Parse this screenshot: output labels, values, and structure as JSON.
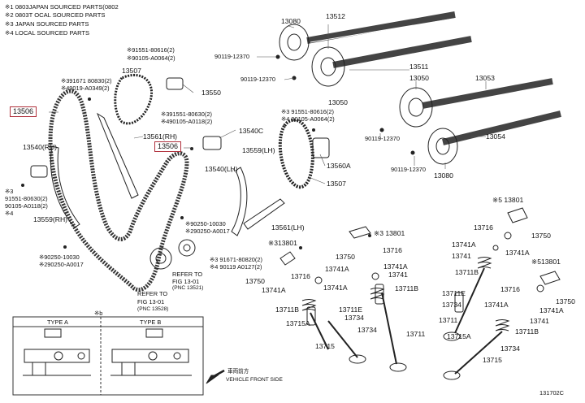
{
  "notes": {
    "line1": "※1 0803JAPAN SOURCED PARTS(0802",
    "line2": "※2 0803T OCAL SOURCED PARTS",
    "line3": "※3 JAPAN SOURCED PARTS",
    "line4": "※4 LOCAL SOURCED PARTS"
  },
  "highlighted_parts": [
    "13506",
    "13506"
  ],
  "labels": {
    "p13080a": "13080",
    "p13512": "13512",
    "b90119_a": "90119-12370",
    "b90119_b": "90119-12370",
    "p13511": "13511",
    "p13050": "13050",
    "p13053": "13053",
    "b90119_c": "90119-12370",
    "p13054": "13054",
    "b90119_d": "90119-12370",
    "p13080b": "13080",
    "n91551_top": "※91551-80616(2)",
    "n90105_top": "※90105-A0064(2)",
    "p13507_top": "13507",
    "n91671_top": "※391671 80830(2)",
    "n49019_top": "※49019-A0349(2)",
    "p13550": "13550",
    "n91551_mid": "※391551-80630(2)",
    "n49010_mid": "※490105-A0118(2)",
    "p13540C": "13540C",
    "p13561RH": "13561(RH)",
    "p13050_mid": "13050",
    "n91551_r": "※3 91551-80616(2)",
    "n90105_r": "※4 90105-A0064(2)",
    "p13559LH": "13559(LH)",
    "p13560A": "13560A",
    "p13540RH": "13540(RH)",
    "p13540LH": "13540(LH)",
    "p13507_mid": "13507",
    "n91551_l": "※3",
    "n91551_l2": "91551-80630(2)",
    "n90105_l": "90105-A0118(2)",
    "n_l4": "※4",
    "p13559RH": "13559(RH)",
    "p13561LH": "13561(LH)",
    "n90250_a": "※90250-10030",
    "n90250_b": "※290250-A0017",
    "p13801_c": "※3 13801",
    "p13801_mid": "※313801",
    "n90250_c": "※90250-10030",
    "n90250_d": "※290250-A0017",
    "ref1_a": "REFER TO",
    "ref1_b": "FIG 13-01",
    "ref1_c": "(PNC 13521)",
    "n91671_b": "※3 91671-80820(2)",
    "n90119_b": "※4 90119 A0127(2)",
    "ref2_a": "REFER TO",
    "ref2_b": "FIG 13-01",
    "ref2_c": "(PNC 13528)",
    "p13750_a": "13750",
    "p13716_a": "13716",
    "p13741A_a": "13741A",
    "p13741A_b": "13741A",
    "p13741_a": "13741",
    "p13750_b": "13750",
    "p13716_b": "13716",
    "p13741A_c": "13741A",
    "p13741A_d": "13741A",
    "p13711B_a": "13711B",
    "p13711B_b": "13711B",
    "p13715A_a": "13715A",
    "p13711E_a": "13711E",
    "p13734_a": "13734",
    "p13734_b": "13734",
    "p13711_a": "13711",
    "p13715_a": "13715",
    "p13801_r1": "※5 13801",
    "p13716_r": "13716",
    "p13750_r": "13750",
    "p13741A_r": "13741A",
    "p13741_r": "13741",
    "p13741A_r2": "13741A",
    "p13801_r2": "※513801",
    "p13711B_r": "13711B",
    "p13711E_r": "13711E",
    "p13734_r": "13734",
    "p13716_r2": "13716",
    "p13750_r2": "13750",
    "p13741A_r3": "13741A",
    "p13741A_r4": "13741A",
    "p13741_r2": "13741",
    "p13711_r": "13711",
    "p13711B_r2": "13711B",
    "p13715A_r": "13715A",
    "p13734_r2": "13734",
    "p13715_r": "13715",
    "types_note": "※b",
    "type_a": "TYPE A",
    "type_b": "TYPE B",
    "front_jp": "車両前方",
    "front_en": "VEHICLE FRONT SIDE",
    "fig_code": "131702C"
  }
}
